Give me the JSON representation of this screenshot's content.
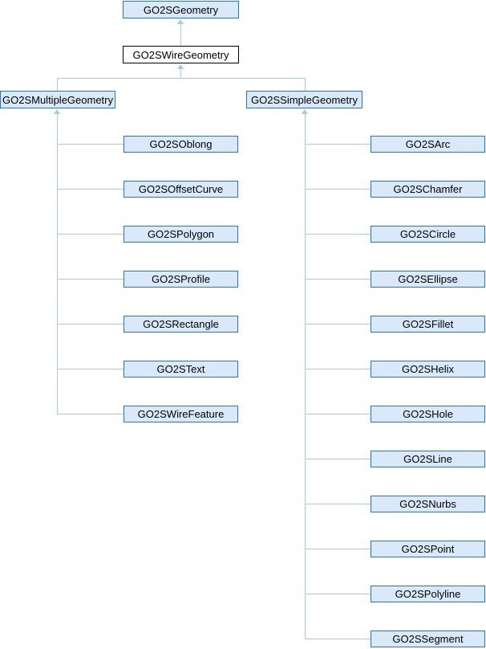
{
  "diagram": {
    "root": {
      "label": "GO2SGeometry"
    },
    "current": {
      "label": "GO2SWireGeometry"
    },
    "branches": [
      {
        "label": "GO2SMultipleGeometry",
        "children": [
          {
            "label": "GO2SOblong"
          },
          {
            "label": "GO2SOffsetCurve"
          },
          {
            "label": "GO2SPolygon"
          },
          {
            "label": "GO2SProfile"
          },
          {
            "label": "GO2SRectangle"
          },
          {
            "label": "GO2SText"
          },
          {
            "label": "GO2SWireFeature"
          }
        ]
      },
      {
        "label": "GO2SSimpleGeometry",
        "children": [
          {
            "label": "GO2SArc"
          },
          {
            "label": "GO2SChamfer"
          },
          {
            "label": "GO2SCircle"
          },
          {
            "label": "GO2SEllipse"
          },
          {
            "label": "GO2SFillet"
          },
          {
            "label": "GO2SHelix"
          },
          {
            "label": "GO2SHole"
          },
          {
            "label": "GO2SLine"
          },
          {
            "label": "GO2SNurbs"
          },
          {
            "label": "GO2SPoint"
          },
          {
            "label": "GO2SPolyline"
          },
          {
            "label": "GO2SSegment"
          }
        ]
      }
    ],
    "colors": {
      "background": "#ffffff",
      "node_fill": "#d9e9fa",
      "node_border": "#2476c6",
      "current_fill": "#ffffff",
      "current_border": "#000000",
      "edge": "#a5c9e9",
      "text": "#000000"
    }
  }
}
